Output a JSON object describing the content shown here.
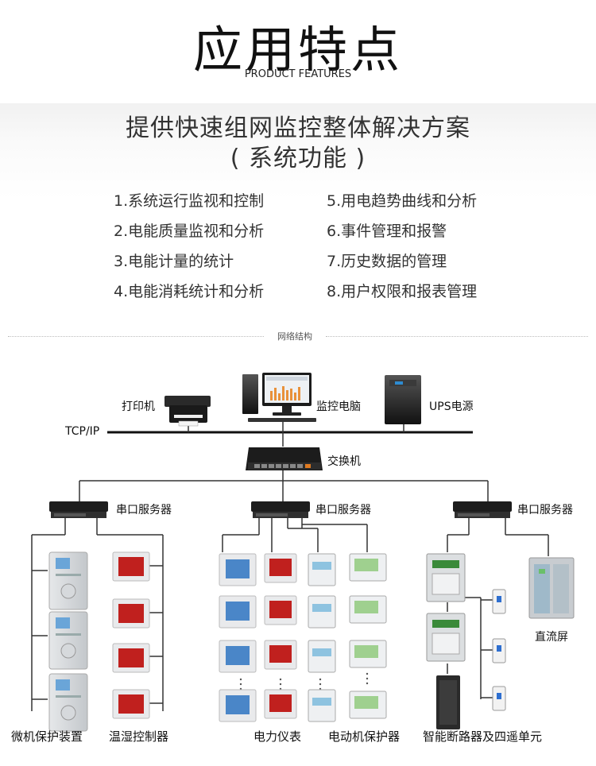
{
  "header": {
    "title": "应用特点",
    "subtitle": "PRODUCT FEATURES"
  },
  "solution": {
    "headline": "提供快速组网监控整体解决方案",
    "subheadline": "( 系统功能 )",
    "features": [
      "1.系统运行监视和控制",
      "2.电能质量监视和分析",
      "3.电能计量的统计",
      "4.电能消耗统计和分析",
      "5.用电趋势曲线和分析",
      "6.事件管理和报警",
      "7.历史数据的管理",
      "8.用户权限和报表管理"
    ]
  },
  "network": {
    "section_label": "网络结构",
    "printer_label": "打印机",
    "monitor_pc_label": "监控电脑",
    "ups_label": "UPS电源",
    "bus_label": "TCP/IP",
    "switch_label": "交换机",
    "serial_server_labels": [
      "串口服务器",
      "串口服务器",
      "串口服务器"
    ],
    "dc_panel_label": "直流屏",
    "bottom_labels": [
      "微机保护装置",
      "温湿控制器",
      "电力仪表",
      "电动机保护器",
      "智能断路器及四遥单元"
    ],
    "colors": {
      "line": "#333333",
      "meter_screen": "#c0201e",
      "relay_screen": "#6aa5d8",
      "breaker_green": "#3a8a3a",
      "panel_gray": "#c8ccd0"
    }
  }
}
